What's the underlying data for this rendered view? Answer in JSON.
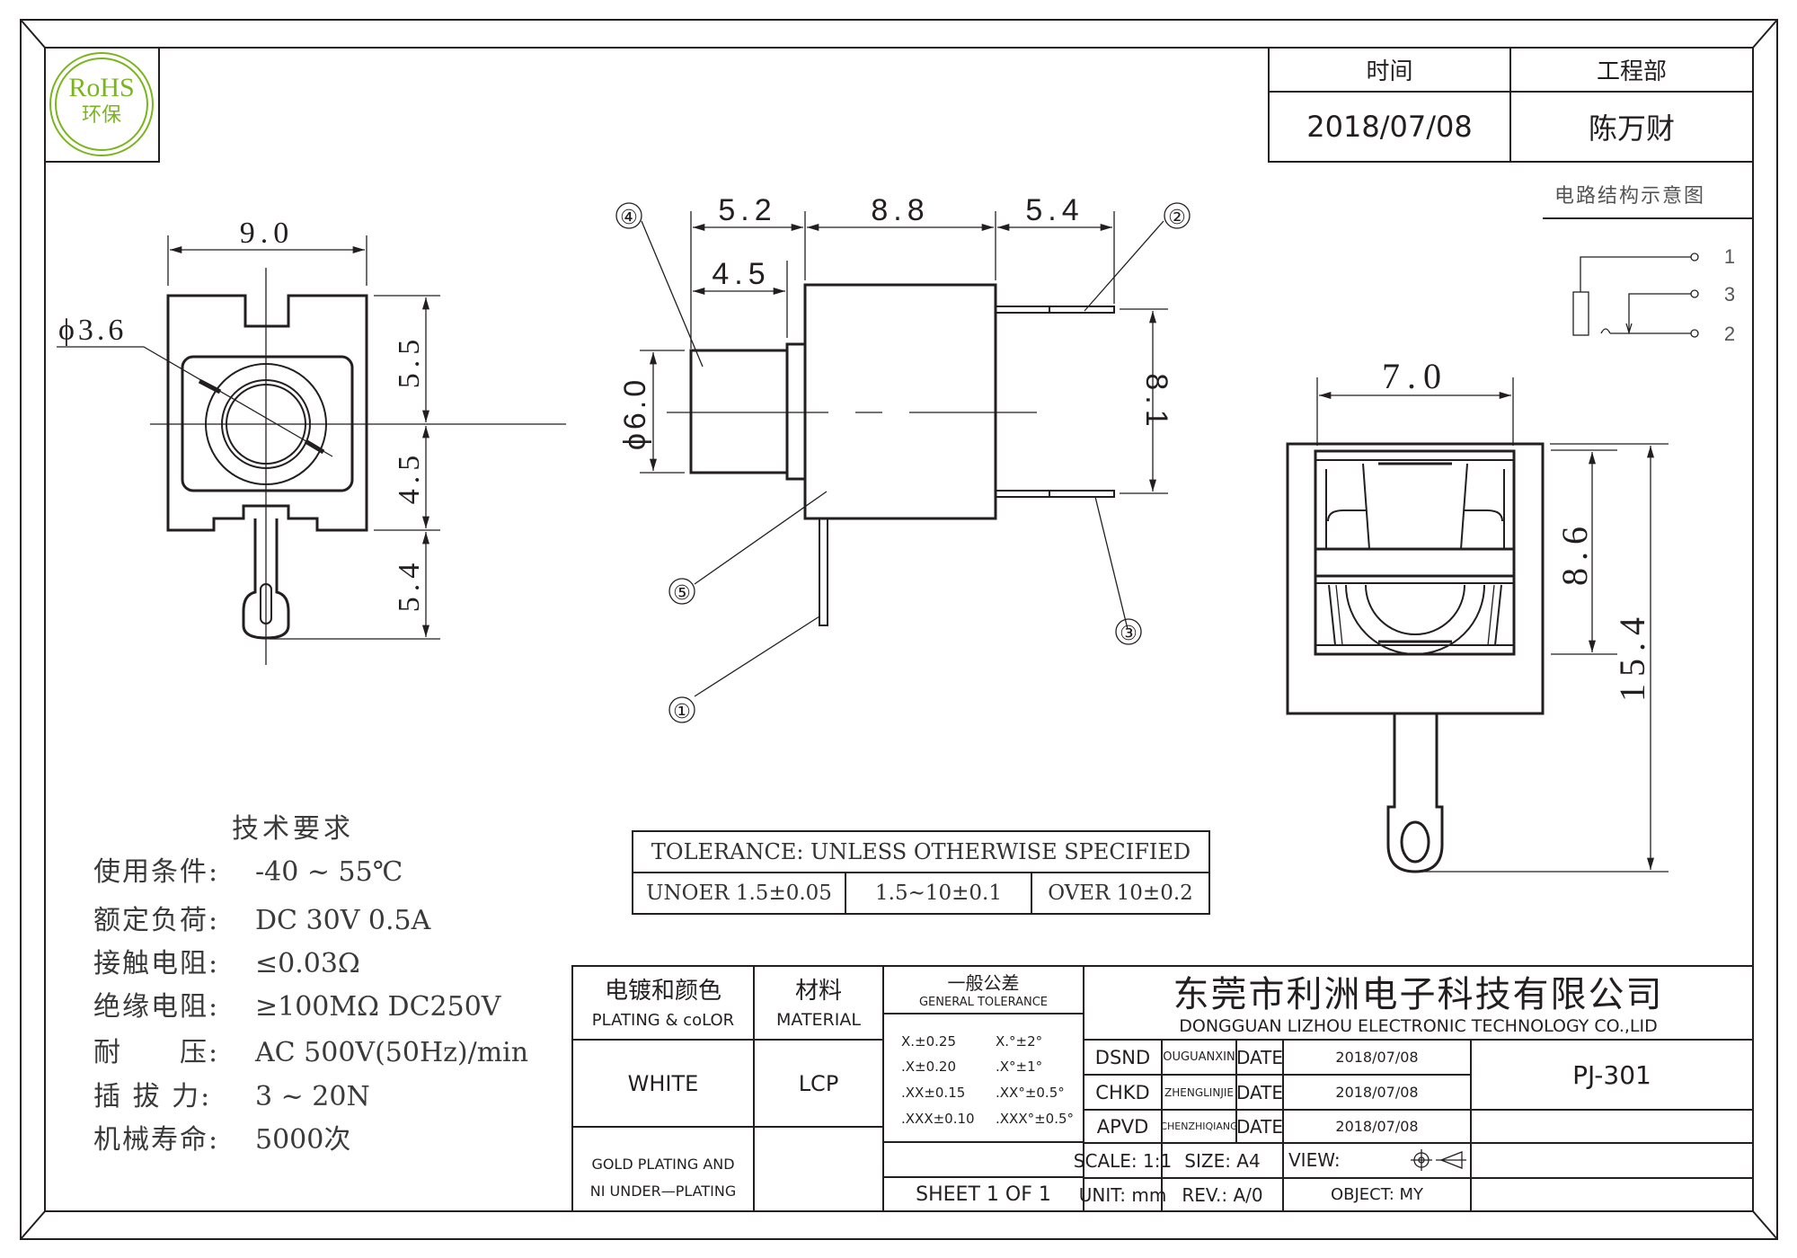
{
  "rohs_badge": {
    "line1": "RoHS",
    "line2": "环保",
    "color": "#7ab51d"
  },
  "approval_table": {
    "headers": [
      "时间",
      "工程部"
    ],
    "values": [
      "2018/07/08",
      "陈万财"
    ]
  },
  "circuit": {
    "title": "电路结构示意图",
    "pins": [
      "1",
      "3",
      "2"
    ]
  },
  "front_view": {
    "width_dim": "9.0",
    "diameter_dim": "ϕ3.6",
    "dim_upper": "5.5",
    "dim_lower": "4.5",
    "dim_tab": "5.4"
  },
  "side_view": {
    "dim_plug": "5.2",
    "dim_plug_inner": "4.5",
    "dim_body": "8.8",
    "dim_pins": "5.4",
    "dim_diameter": "ϕ6.0",
    "dim_pin_spacing": "8.1",
    "callouts": [
      "①",
      "②",
      "③",
      "④",
      "⑤"
    ]
  },
  "bottom_view": {
    "width_dim": "7.0",
    "inner_height_dim": "8.6",
    "total_height_dim": "15.4"
  },
  "tech_requirements": {
    "title": "技术要求",
    "items": [
      {
        "key": "使用条件:",
        "value": "-40 ~ 55℃"
      },
      {
        "key": "额定负荷:",
        "value": "DC  30V  0.5A"
      },
      {
        "key": "接触电阻:",
        "value": "≤0.03Ω"
      },
      {
        "key": "绝缘电阻:",
        "value": "≥100MΩ  DC250V"
      },
      {
        "key": "耐　　压:",
        "value": "AC  500V(50Hz)/min"
      },
      {
        "key": "插 拔 力:",
        "value": "3 ~ 20N"
      },
      {
        "key": "机械寿命:",
        "value": "5000次"
      }
    ]
  },
  "tolerance_box": {
    "title": "TOLERANCE:  UNLESS  OTHERWISE  SPECIFIED",
    "cells": [
      "UNOER 1.5±0.05",
      "1.5~10±0.1",
      "OVER 10±0.2"
    ]
  },
  "title_block": {
    "plating_header_cn": "电镀和颜色",
    "plating_header_en": "PLATING & coLOR",
    "material_header_cn": "材料",
    "material_header_en": "MATERIAL",
    "tolerance_header_cn": "一般公差",
    "tolerance_header_en": "GENERAL TOLERANCE",
    "plating_value": "WHITE",
    "material_value": "LCP",
    "plating_note_1": "GOLD PLATING AND",
    "plating_note_2": "NI UNDER—PLATING",
    "general_tolerances": [
      [
        "X.±0.25",
        "X.°±2°"
      ],
      [
        ".X±0.20",
        ".X°±1°"
      ],
      [
        ".XX±0.15",
        ".XX°±0.5°"
      ],
      [
        ".XXX±0.10",
        ".XXX°±0.5°"
      ]
    ],
    "sheet": "SHEET 1 OF 1",
    "company_cn": "东莞市利洲电子科技有限公司",
    "company_en": "DONGGUAN LIZHOU ELECTRONIC TECHNOLOGY CO.,LID",
    "signoffs": [
      {
        "role": "DSND",
        "name": "OUGUANXIN",
        "date_label": "DATE",
        "date": "2018/07/08"
      },
      {
        "role": "CHKD",
        "name": "ZHENGLINJIE",
        "date_label": "DATE",
        "date": "2018/07/08"
      },
      {
        "role": "APVD",
        "name": "CHENZHIQIANG",
        "date_label": "DATE",
        "date": "2018/07/08"
      }
    ],
    "part_number": "PJ-301",
    "scale": "SCALE:  1:1",
    "size": "SIZE:  A4",
    "view": "VIEW:",
    "unit": "UNIT:  mm",
    "rev": "REV.:  A/0",
    "object": "OBJECT:  MY"
  }
}
